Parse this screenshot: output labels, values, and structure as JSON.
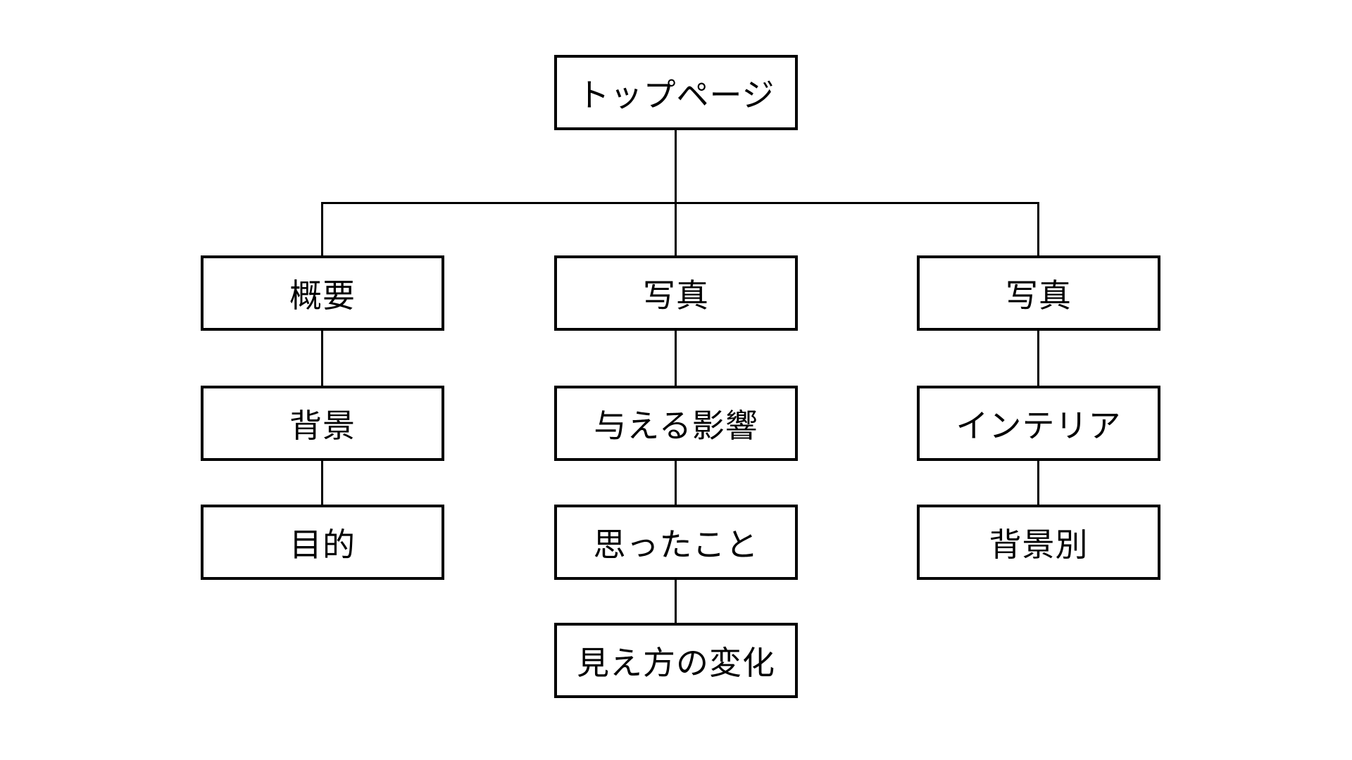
{
  "page": {
    "background_color": "#ffffff",
    "line_color": "#000000",
    "box_border_color": "#000000",
    "text_color": "#000000"
  },
  "diagram": {
    "type": "sitemap-tree",
    "root": {
      "label": "トップページ"
    },
    "columns": [
      {
        "nodes": [
          {
            "label": "概要"
          },
          {
            "label": "背景"
          },
          {
            "label": "目的"
          }
        ]
      },
      {
        "nodes": [
          {
            "label": "写真"
          },
          {
            "label": "与える影響"
          },
          {
            "label": "思ったこと"
          },
          {
            "label": "見え方の変化"
          }
        ]
      },
      {
        "nodes": [
          {
            "label": "写真"
          },
          {
            "label": "インテリア"
          },
          {
            "label": "背景別"
          }
        ]
      }
    ]
  }
}
